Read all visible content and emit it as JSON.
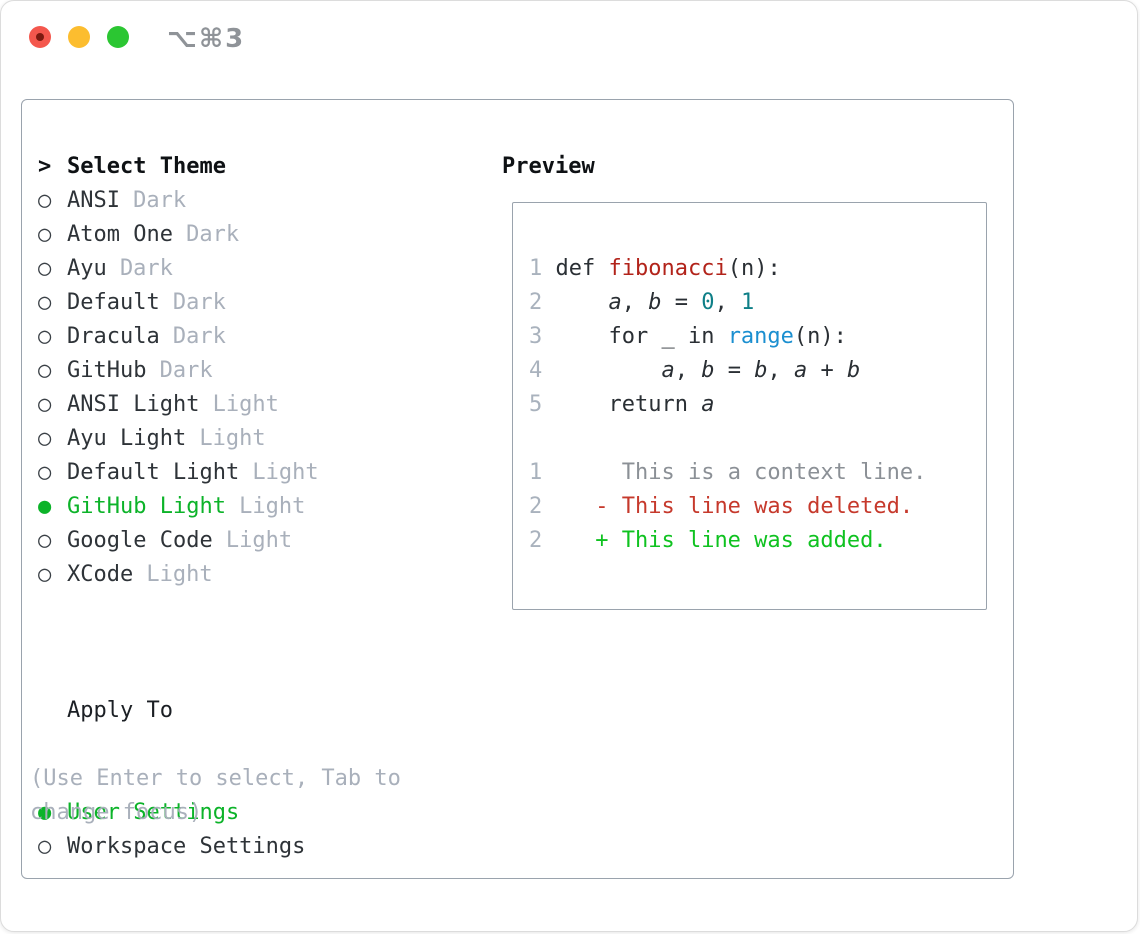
{
  "window": {
    "shortcut_label": "⌥⌘3",
    "traffic_lights": {
      "close": "red with unsaved dot",
      "minimize": "yellow",
      "zoom": "green"
    }
  },
  "colors": {
    "accent_green": "#0cb329",
    "added_green": "#0fc220",
    "deleted_red": "#c6392c",
    "function_red": "#b2231a",
    "number_teal": "#0e7f87",
    "builtin_blue": "#1b8fd0",
    "traffic_red": "#f4574d",
    "traffic_red_dot": "#7c1a10",
    "traffic_yellow": "#fcbd2f",
    "traffic_green": "#2bc632",
    "panel_border": "#9aa3ad",
    "muted_gray": "#a9b0bb"
  },
  "icons": {
    "focus_caret": ">",
    "radio_selected": "●",
    "radio_unselected": "○"
  },
  "theme_picker": {
    "title": "Select Theme",
    "themes": [
      {
        "name": "ANSI",
        "variant": "Dark",
        "selected": false
      },
      {
        "name": "Atom One",
        "variant": "Dark",
        "selected": false
      },
      {
        "name": "Ayu",
        "variant": "Dark",
        "selected": false
      },
      {
        "name": "Default",
        "variant": "Dark",
        "selected": false
      },
      {
        "name": "Dracula",
        "variant": "Dark",
        "selected": false
      },
      {
        "name": "GitHub",
        "variant": "Dark",
        "selected": false
      },
      {
        "name": "ANSI Light",
        "variant": "Light",
        "selected": false
      },
      {
        "name": "Ayu Light",
        "variant": "Light",
        "selected": false
      },
      {
        "name": "Default Light",
        "variant": "Light",
        "selected": false
      },
      {
        "name": "GitHub Light",
        "variant": "Light",
        "selected": true
      },
      {
        "name": "Google Code",
        "variant": "Light",
        "selected": false
      },
      {
        "name": "XCode",
        "variant": "Light",
        "selected": false
      }
    ],
    "apply_to": {
      "title": "Apply To",
      "options": [
        {
          "label": "User Settings",
          "selected": true
        },
        {
          "label": "Workspace Settings",
          "selected": false
        }
      ]
    },
    "hint": "(Use Enter to select, Tab to change focus)"
  },
  "preview": {
    "title": "Preview",
    "code_lines": [
      {
        "segments": [
          {
            "text": "1",
            "style": "ln"
          },
          {
            "text": " def ",
            "style": "code"
          },
          {
            "text": "fibonacci",
            "style": "fn"
          },
          {
            "text": "(n):",
            "style": "code"
          }
        ]
      },
      {
        "segments": [
          {
            "text": "2",
            "style": "ln"
          },
          {
            "text": "     ",
            "style": "code"
          },
          {
            "text": "a",
            "style": "var"
          },
          {
            "text": ", ",
            "style": "code"
          },
          {
            "text": "b",
            "style": "var"
          },
          {
            "text": " = ",
            "style": "code"
          },
          {
            "text": "0",
            "style": "num"
          },
          {
            "text": ", ",
            "style": "code"
          },
          {
            "text": "1",
            "style": "num"
          }
        ]
      },
      {
        "segments": [
          {
            "text": "3",
            "style": "ln"
          },
          {
            "text": "     for _ in ",
            "style": "code"
          },
          {
            "text": "range",
            "style": "builtin"
          },
          {
            "text": "(n):",
            "style": "code"
          }
        ]
      },
      {
        "segments": [
          {
            "text": "4",
            "style": "ln"
          },
          {
            "text": "         ",
            "style": "code"
          },
          {
            "text": "a",
            "style": "var"
          },
          {
            "text": ", ",
            "style": "code"
          },
          {
            "text": "b",
            "style": "var"
          },
          {
            "text": " = ",
            "style": "code"
          },
          {
            "text": "b",
            "style": "var"
          },
          {
            "text": ", ",
            "style": "code"
          },
          {
            "text": "a",
            "style": "var"
          },
          {
            "text": " + ",
            "style": "code"
          },
          {
            "text": "b",
            "style": "var"
          }
        ]
      },
      {
        "segments": [
          {
            "text": "5",
            "style": "ln"
          },
          {
            "text": "     return ",
            "style": "code"
          },
          {
            "text": "a",
            "style": "var"
          }
        ]
      },
      {
        "segments": []
      },
      {
        "segments": [
          {
            "text": "1",
            "style": "ln"
          },
          {
            "text": "      ",
            "style": "code"
          },
          {
            "text": "This is a context line.",
            "style": "context"
          }
        ]
      },
      {
        "segments": [
          {
            "text": "2",
            "style": "ln"
          },
          {
            "text": "    ",
            "style": "code"
          },
          {
            "text": "- This line was deleted.",
            "style": "deleted"
          }
        ]
      },
      {
        "segments": [
          {
            "text": "2",
            "style": "ln"
          },
          {
            "text": "    ",
            "style": "code"
          },
          {
            "text": "+ This line was added.",
            "style": "added"
          }
        ]
      }
    ]
  }
}
